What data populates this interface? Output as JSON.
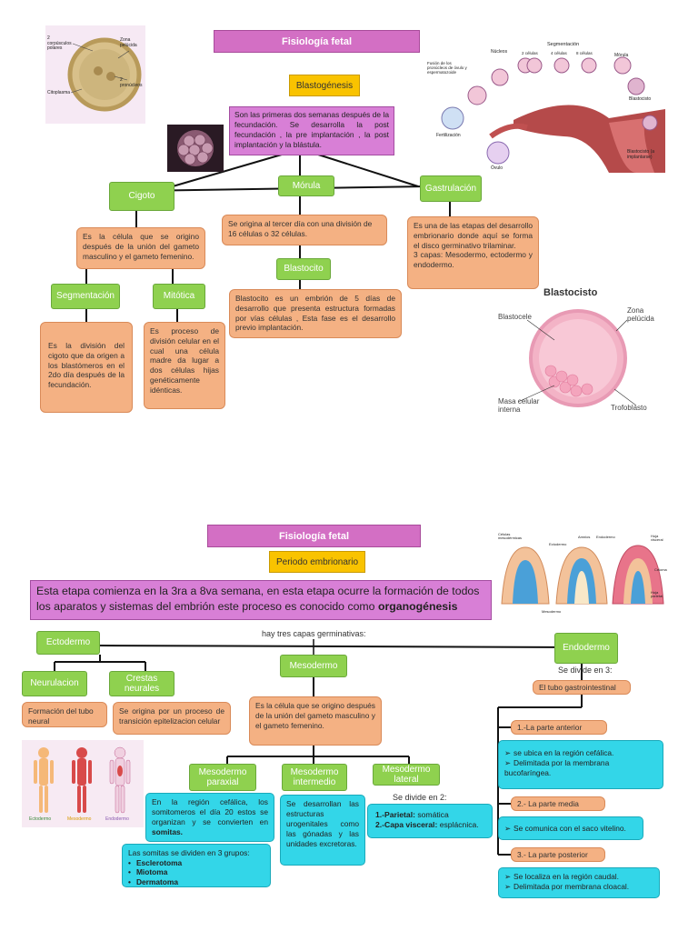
{
  "top": {
    "title": "Fisiología fetal",
    "blastogenesis": "Blastogénesis",
    "blastogenesis_desc": "Son las primeras dos semanas después de la fecundación. Se desarrolla la post fecundación , la pre implantación , la post implantación y la blástula.",
    "cigoto": "Cigoto",
    "cigoto_desc": "Es la célula que se origino después de la unión del gameto masculino y el gameto femenino.",
    "morula": "Mórula",
    "morula_desc": "Se origina al tercer día con una división de 16 células o 32 células.",
    "blastocito": "Blastocito",
    "blastocito_desc": "Blastocito es un embrión de 5 días de desarrollo que presenta estructura formadas por vías células , Esta fase es el desarrollo previo implantación.",
    "gastrulacion": "Gastrulación",
    "gastrulacion_desc": "Es una de las etapas del desarrollo embrionario donde aquí se forma el disco germinativo trilaminar.\n3 capas: Mesodermo, ectodermo y endodermo.",
    "segmentacion": "Segmentación",
    "segmentacion_desc": "Es la división del cigoto que da origen a los blastómeros en el 2do día después de la fecundación.",
    "mitotica": "Mitótica",
    "mitotica_desc": "Es proceso de división celular en el cual una célula madre da lugar a dos células hijas genéticamente idénticas.",
    "ovum_labels": [
      "2 corpúsculos polares",
      "Zona pelúcida",
      "2 pronúcleos",
      "Citoplasma"
    ],
    "cycle_labels": [
      "Núcleos",
      "Segmentación",
      "2 células",
      "4 células",
      "8 células",
      "Mórula",
      "Blastocisto",
      "Blastocisto (a implantarse)",
      "Fertilización",
      "Óvulo",
      "Fusión de los pronúcleos de óvulo y espermatozoide"
    ],
    "blastocisto": {
      "title": "Blastocisto",
      "blastocele": "Blastocele",
      "zona": "Zona pelúcida",
      "masa": "Masa celular interna",
      "trofoblasto": "Trofoblasto"
    }
  },
  "bottom": {
    "title": "Fisiología fetal",
    "periodo": "Periodo embrionario",
    "banner_pre": "Esta etapa comienza  en la  3ra a 8va semana, en esta etapa ocurre la formación de todos los aparatos y sistemas del embrión este proceso es  conocido como ",
    "banner_bold": "organogénesis",
    "capas": "hay tres  capas germinativas:",
    "ectodermo": "Ectodermo",
    "mesodermo": "Mesodermo",
    "endodermo": "Endodermo",
    "neurulacion": "Neurulacion",
    "crestas": "Crestas neurales",
    "neurulacion_desc": "Formación del tubo neural",
    "crestas_desc": "Se origina por un proceso de transición epitelizacion celular",
    "mesodermo_desc": "Es la célula que se origino después de la unión del gameto masculino y el gameto femenino.",
    "meso_paraxial": "Mesodermo paraxial",
    "meso_intermedio": "Mesodermo intermedio",
    "meso_lateral": "Mesodermo lateral",
    "paraxial_desc": "En la región cefálica, los somitomeros el día 20 estos se organizan y se convierten en ",
    "paraxial_bold": "somitas.",
    "somitas_intro": "Las somitas se dividen en 3 grupos:",
    "somitas": [
      "Esclerotoma",
      "Miotoma",
      "Dermatoma"
    ],
    "intermedio_desc": "Se desarrollan las estructuras urogenitales como las gónadas y las unidades excretoras.",
    "lateral_divide": "Se divide en 2:",
    "parietal_b": "1.-Parietal:",
    "parietal_t": " somática",
    "visceral_b": "2.-Capa visceral:",
    "visceral_t": " esplácnica.",
    "endo_divide": "Se divide en 3:",
    "tubo": "El tubo gastrointestinal",
    "parte_anterior": "1.-La parte anterior",
    "anterior_items": [
      "se ubica en la región cefálica.",
      "Delimitada por la membrana bucofaríngea."
    ],
    "parte_media": "2.- La parte media",
    "media_items": [
      "Se comunica con el saco vitelino."
    ],
    "parte_posterior": "3.- La parte posterior",
    "posterior_items": [
      "Se localiza en la región caudal.",
      "Delimitada por membrana cloacal."
    ],
    "body_labels": [
      "Ectodermo",
      "Mesodermo",
      "Endodermo"
    ],
    "embryo_labels": [
      "Células mesodérmicas",
      "Ectodermo",
      "Amnios",
      "Endodermo",
      "Mesodermo",
      "Celoma",
      "Hoja visceral",
      "Hoja parietal"
    ]
  },
  "colors": {
    "title": "#d36fc4",
    "yellow": "#f9c300",
    "green": "#8fd14f",
    "salmon": "#f4b183",
    "cyan": "#33d6e8"
  }
}
